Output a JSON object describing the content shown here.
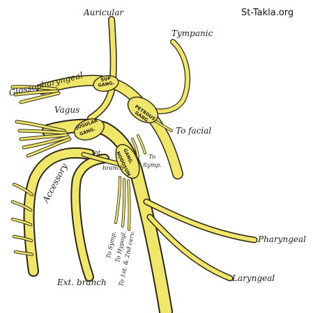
{
  "watermark": "St-Takla.org",
  "labels": {
    "auricular": "Auricular",
    "tympanic": "Tympanic",
    "glossopharyngeal": "Glossopharyngeal",
    "vagus": "Vagus",
    "accessory": "Accessory",
    "to_facial": "To facial",
    "to_symp_upper": "To",
    "to_symp_upper_2": "Symp.",
    "int_branch_1": "Int.",
    "int_branch_2": "branch",
    "to_symp_lower": "To Symp.",
    "to_hypogl": "To Hypogl.",
    "to_cerv": "To 1st. & 2nd cerv.",
    "ext_branch": "Ext. branch",
    "pharyngeal": "Pharyngeal",
    "laryngeal": "Laryngeal"
  },
  "ganglia": {
    "superior_1": "SUP",
    "superior_2": "GANG.",
    "petrous_1": "PETROUS",
    "petrous_2": "GANG.",
    "jugular_1": "JUGULAR",
    "jugular_2": "GANG.",
    "nodosum_1": "GANG.",
    "nodosum_2": "NODOSUM"
  },
  "colors": {
    "nerve_fill": "#efe66a",
    "outline": "#2a2516",
    "background": "#ffffff"
  }
}
